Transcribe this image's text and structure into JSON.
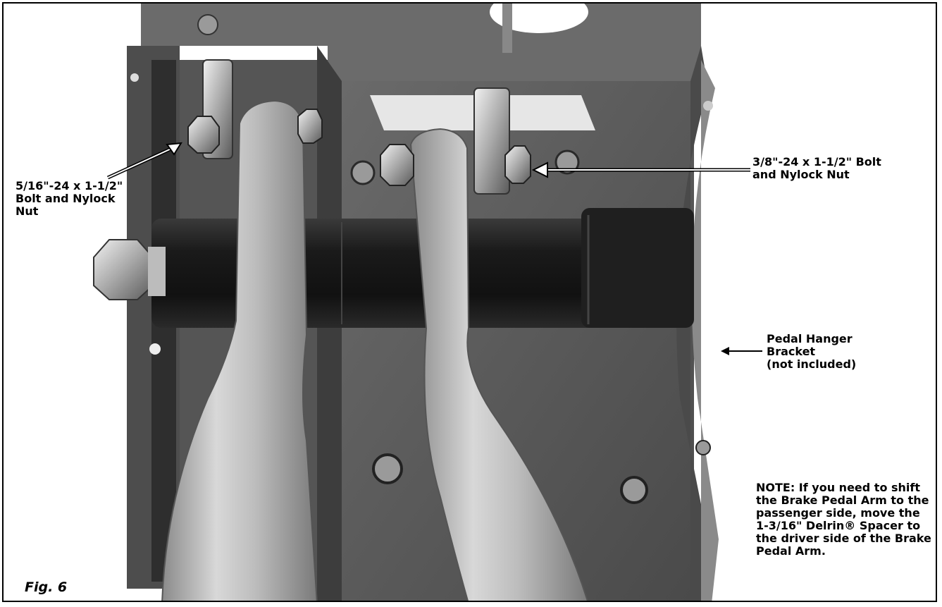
{
  "figure": {
    "caption": "Fig. 6"
  },
  "callouts": {
    "left_bolt": [
      "5/16\"-24 x 1-1/2\"",
      "Bolt and Nylock",
      "Nut"
    ],
    "right_bolt": [
      "3/8\"-24 x 1-1/2\" Bolt",
      "and Nylock Nut"
    ],
    "bracket": [
      "Pedal Hanger",
      "Bracket",
      "(not included)"
    ]
  },
  "note": [
    "NOTE: If you need to shift",
    "the Brake Pedal Arm to the",
    "passenger side, move the",
    "1-3/16\" Delrin® Spacer to",
    "the  driver side of the Brake",
    "Pedal Arm."
  ],
  "colors": {
    "bracket_gray": "#5c5c5c",
    "bracket_dark": "#3a3a3a",
    "shaft_black": "#1c1c1c",
    "aluminum": "#b8b8b8"
  }
}
